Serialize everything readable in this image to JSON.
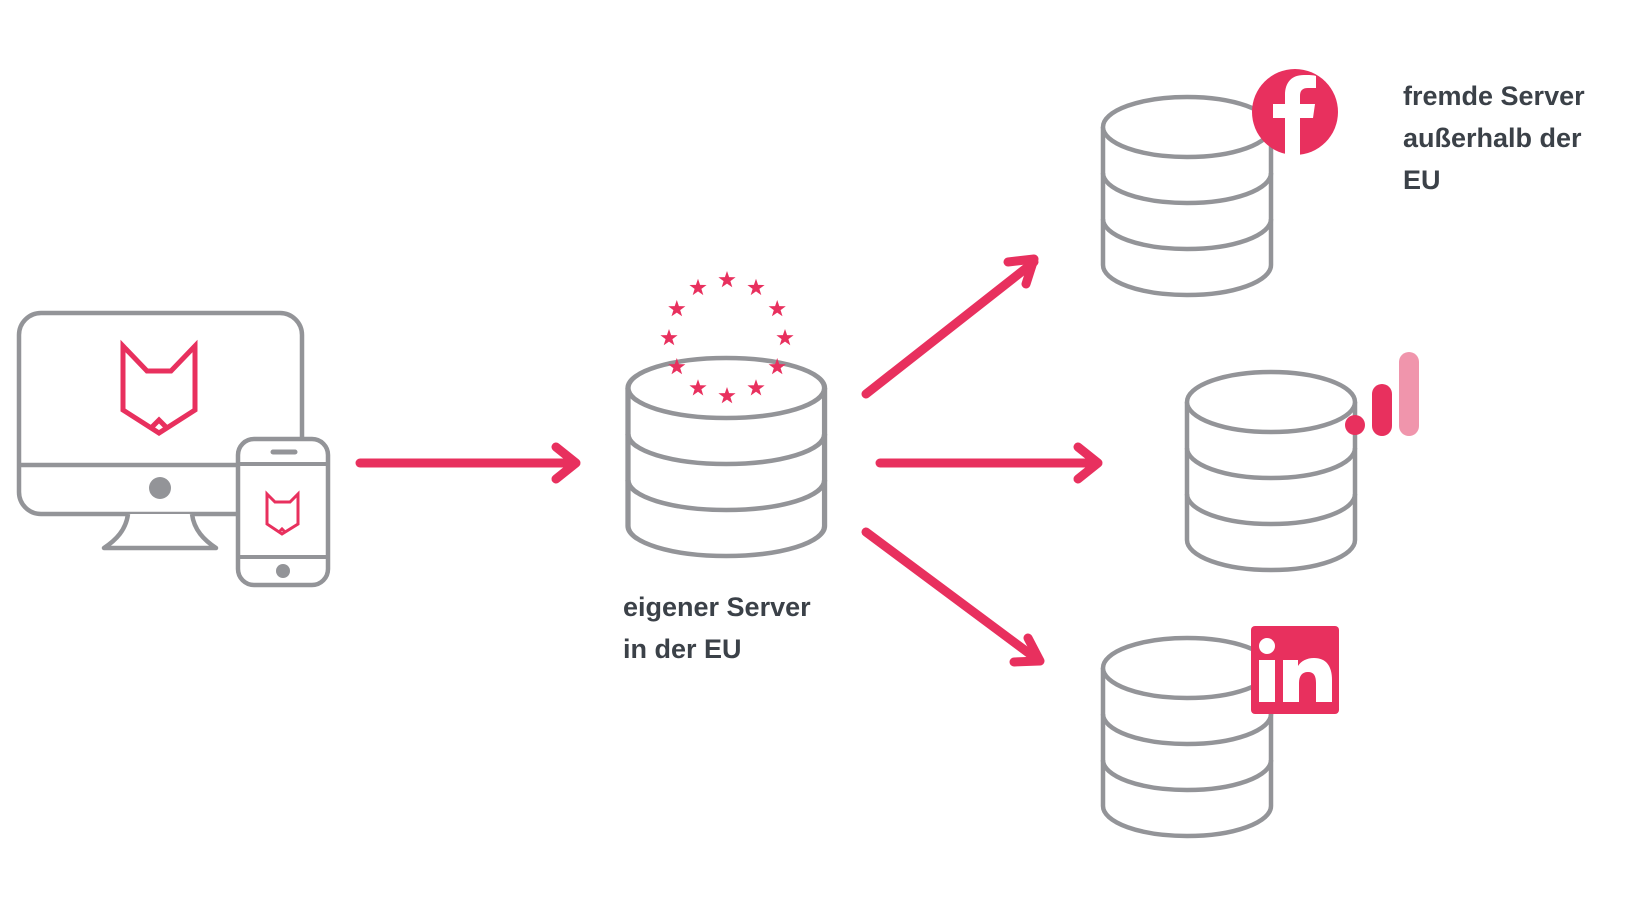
{
  "colors": {
    "accent": "#e8305e",
    "accent_light": "#f095ac",
    "outline": "#939498",
    "text": "#3b4148",
    "background": "#ffffff"
  },
  "nodes": {
    "client": {
      "icons": [
        "monitor-icon",
        "smartphone-icon",
        "fox-logo-icon"
      ]
    },
    "own_server": {
      "icon": "database-icon",
      "badge": "eu-stars-icon",
      "star_count": 12,
      "label_lines": [
        "eigener Server",
        "in der EU"
      ]
    },
    "foreign_servers": [
      {
        "icon": "database-icon",
        "badge": "facebook-icon"
      },
      {
        "icon": "database-icon",
        "badge": "google-analytics-icon"
      },
      {
        "icon": "database-icon",
        "badge": "linkedin-icon"
      }
    ],
    "foreign_label_lines": [
      "fremde Server",
      "außerhalb der",
      "EU"
    ]
  },
  "edges": [
    {
      "from": "client",
      "to": "own_server"
    },
    {
      "from": "own_server",
      "to": "foreign_server_facebook"
    },
    {
      "from": "own_server",
      "to": "foreign_server_analytics"
    },
    {
      "from": "own_server",
      "to": "foreign_server_linkedin"
    }
  ]
}
